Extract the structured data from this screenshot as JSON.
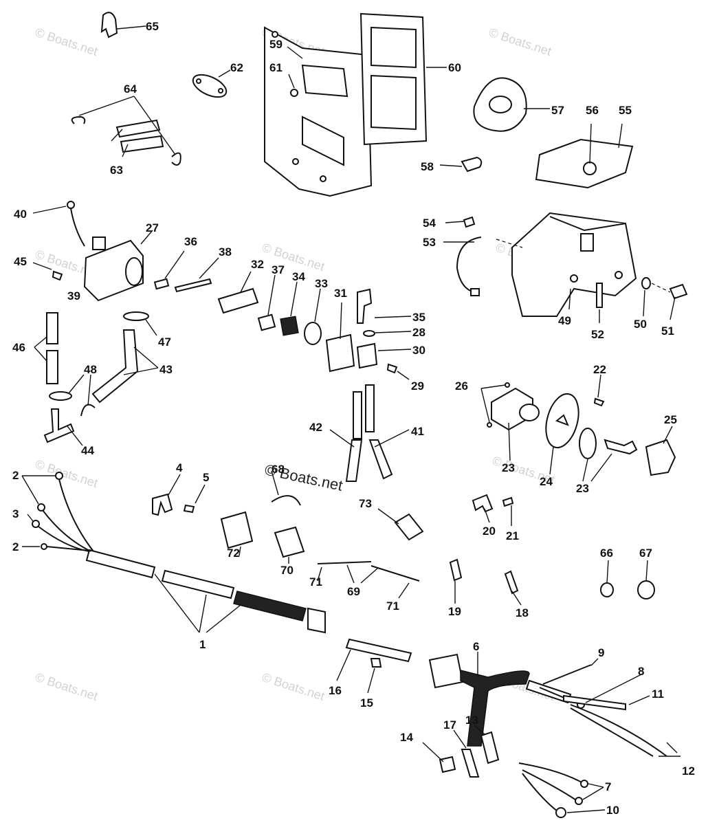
{
  "watermark": "© Boats.net",
  "callouts": [
    "1",
    "2",
    "3",
    "4",
    "5",
    "6",
    "7",
    "8",
    "9",
    "10",
    "11",
    "12",
    "13",
    "14",
    "15",
    "16",
    "17",
    "18",
    "19",
    "20",
    "21",
    "22",
    "23",
    "24",
    "25",
    "26",
    "27",
    "28",
    "29",
    "30",
    "31",
    "32",
    "33",
    "34",
    "35",
    "36",
    "37",
    "38",
    "39",
    "40",
    "41",
    "42",
    "43",
    "44",
    "45",
    "46",
    "47",
    "48",
    "49",
    "50",
    "51",
    "52",
    "53",
    "54",
    "55",
    "56",
    "57",
    "58",
    "59",
    "60",
    "61",
    "62",
    "63",
    "64",
    "65",
    "66",
    "67",
    "68",
    "69",
    "70",
    "71",
    "72",
    "73"
  ]
}
